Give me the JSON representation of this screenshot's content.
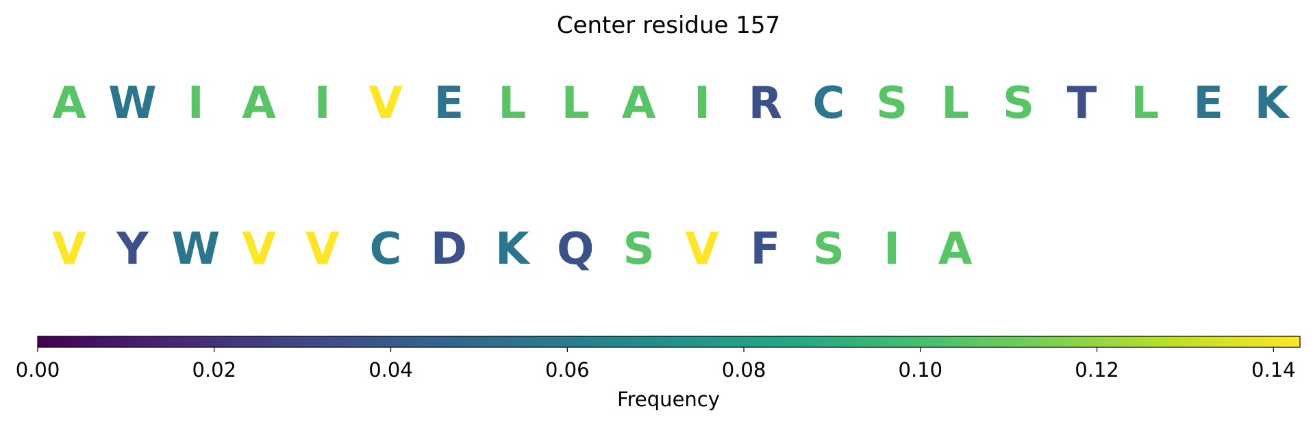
{
  "chart_data": {
    "type": "sequence-heatmap",
    "title": "Center residue 157",
    "rows": [
      {
        "letters": [
          "A",
          "W",
          "I",
          "A",
          "I",
          "V",
          "E",
          "L",
          "L",
          "A",
          "I",
          "R",
          "C",
          "S",
          "L",
          "S",
          "T",
          "L",
          "E",
          "K"
        ],
        "values": [
          0.105,
          0.056,
          0.105,
          0.105,
          0.105,
          0.143,
          0.056,
          0.105,
          0.105,
          0.105,
          0.105,
          0.035,
          0.056,
          0.105,
          0.105,
          0.105,
          0.035,
          0.105,
          0.056,
          0.056
        ]
      },
      {
        "letters": [
          "V",
          "Y",
          "W",
          "V",
          "V",
          "C",
          "D",
          "K",
          "Q",
          "S",
          "V",
          "F",
          "S",
          "I",
          "A"
        ],
        "values": [
          0.143,
          0.035,
          0.056,
          0.143,
          0.143,
          0.056,
          0.035,
          0.056,
          0.035,
          0.105,
          0.143,
          0.035,
          0.105,
          0.105,
          0.105
        ]
      }
    ],
    "colorbar": {
      "label": "Frequency",
      "range": [
        0,
        0.143
      ],
      "ticks": [
        0.0,
        0.02,
        0.04,
        0.06,
        0.08,
        0.1,
        0.12,
        0.14
      ],
      "tick_labels": [
        "0.00",
        "0.02",
        "0.04",
        "0.06",
        "0.08",
        "0.10",
        "0.12",
        "0.14"
      ],
      "colormap": "viridis"
    }
  }
}
